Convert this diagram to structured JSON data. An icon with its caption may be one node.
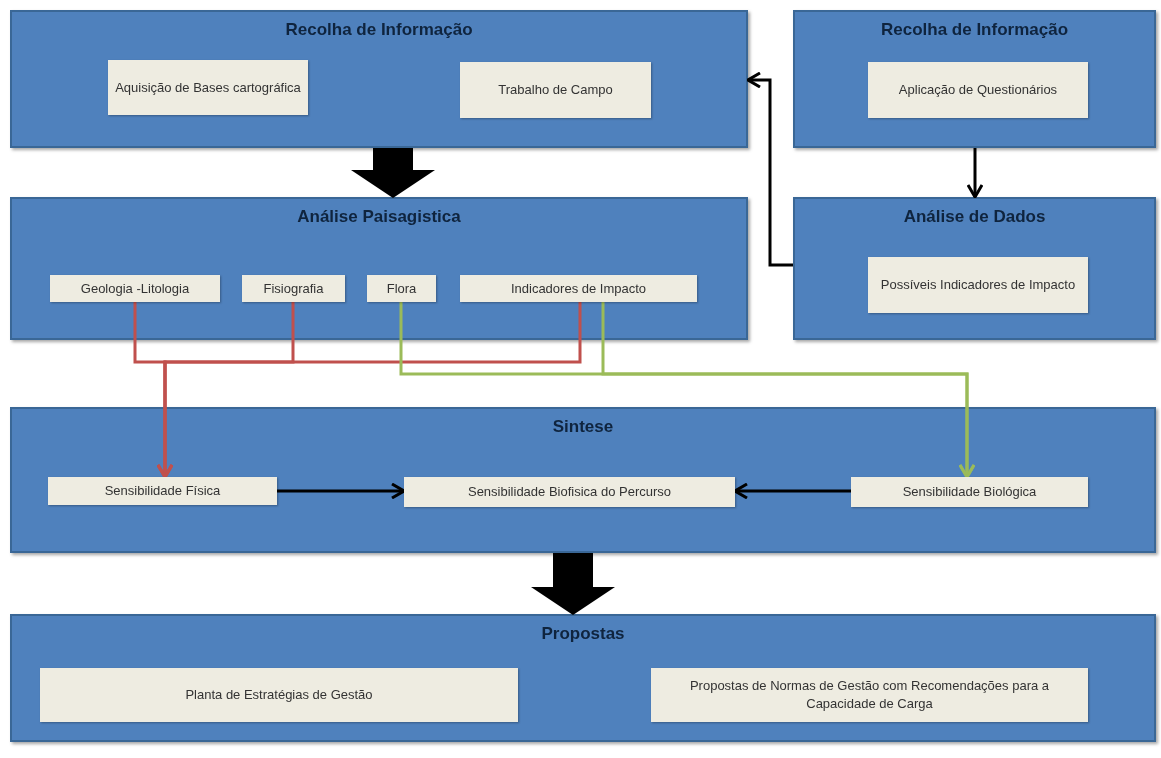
{
  "diagram": {
    "nodes": [
      {
        "text": [
          "Recolha de Informação"
        ]
      },
      {
        "text": [
          "Aquisição de Bases cartográfica"
        ],
        "in": 0
      },
      {
        "text": [
          "Trabalho de Campo"
        ],
        "in": 0
      },
      {
        "text": [
          "Recolha de Informação"
        ]
      },
      {
        "text": [
          "Aplicação de Questionários"
        ],
        "in": 3
      },
      {
        "text": [
          "Análise Paisagistica"
        ]
      },
      {
        "text": [
          "Geologia -Litologia"
        ],
        "in": 5
      },
      {
        "text": [
          "Fisiografia"
        ],
        "in": 5
      },
      {
        "text": [
          "Flora"
        ],
        "in": 5
      },
      {
        "text": [
          "Indicadores de Impacto"
        ],
        "in": 5
      },
      {
        "text": [
          "Análise de Dados"
        ]
      },
      {
        "text": [
          "Possíveis Indicadores de Impacto"
        ],
        "in": 10
      },
      {
        "text": [
          "Sintese"
        ]
      },
      {
        "text": [
          "Sensibilidade Física"
        ],
        "in": 12
      },
      {
        "text": [
          "Sensibilidade Biofisica do Percurso"
        ],
        "in": 12
      },
      {
        "text": [
          "Sensibilidade Biológica"
        ],
        "in": 12
      },
      {
        "text": [
          "Propostas"
        ]
      },
      {
        "text": [
          "Planta de Estratégias de Gestão"
        ],
        "in": 16
      },
      {
        "text": [
          "Propostas de Normas de Gestão com Recomendações para a Capacidade de Carga"
        ],
        "in": 16
      }
    ],
    "edges": [
      {
        "from": 0,
        "to": 5,
        "arrow": "to",
        "style": "thick"
      },
      {
        "from": 3,
        "to": 10,
        "arrow": "to"
      },
      {
        "from": 10,
        "to": 0,
        "arrow": "to"
      },
      {
        "from": 6,
        "to": 13,
        "arrow": "to",
        "color": "#c0504d"
      },
      {
        "from": 7,
        "to": 13,
        "arrow": "to",
        "color": "#c0504d"
      },
      {
        "from": 9,
        "to": 13,
        "arrow": "to",
        "color": "#c0504d"
      },
      {
        "from": 8,
        "to": 15,
        "arrow": "to",
        "color": "#9bbb59"
      },
      {
        "from": 9,
        "to": 15,
        "arrow": "to",
        "color": "#9bbb59"
      },
      {
        "from": 13,
        "to": 14,
        "arrow": "to"
      },
      {
        "from": 15,
        "to": 14,
        "arrow": "to"
      },
      {
        "from": 12,
        "to": 16,
        "arrow": "to",
        "style": "thick"
      }
    ]
  }
}
